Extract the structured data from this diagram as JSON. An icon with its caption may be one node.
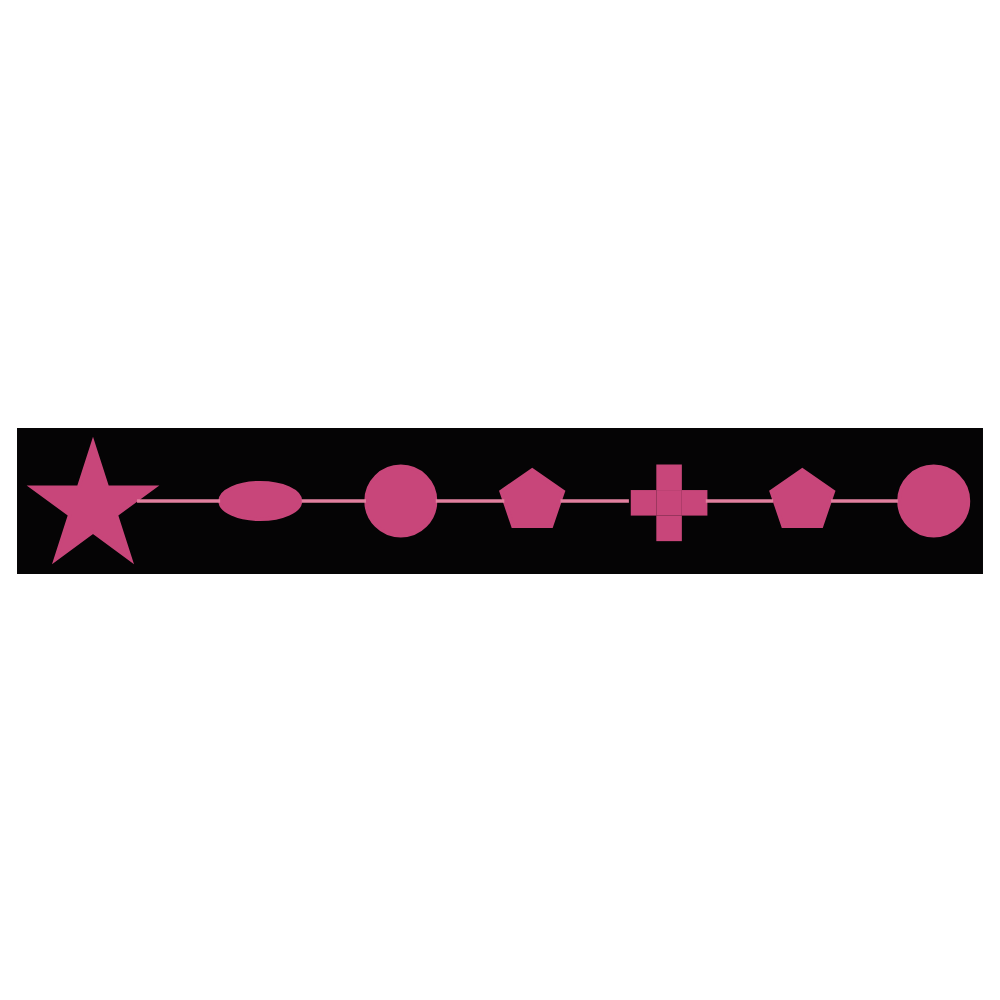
{
  "diagram": {
    "nodes": [
      {
        "text": [],
        "shape": "star"
      },
      {
        "text": [],
        "shape": "ellipse"
      },
      {
        "text": [],
        "shape": "circle"
      },
      {
        "text": [],
        "shape": "pentagon"
      },
      {
        "text": [],
        "shape": "cross"
      },
      {
        "text": [],
        "shape": "pentagon"
      },
      {
        "text": [],
        "shape": "circle"
      }
    ],
    "edges": [
      {
        "from": 0,
        "to": 1,
        "arrow": "none"
      },
      {
        "from": 1,
        "to": 2,
        "arrow": "none"
      },
      {
        "from": 2,
        "to": 3,
        "arrow": "none"
      },
      {
        "from": 3,
        "to": 4,
        "arrow": "none"
      },
      {
        "from": 4,
        "to": 5,
        "arrow": "none"
      },
      {
        "from": 5,
        "to": 6,
        "arrow": "none"
      }
    ]
  }
}
